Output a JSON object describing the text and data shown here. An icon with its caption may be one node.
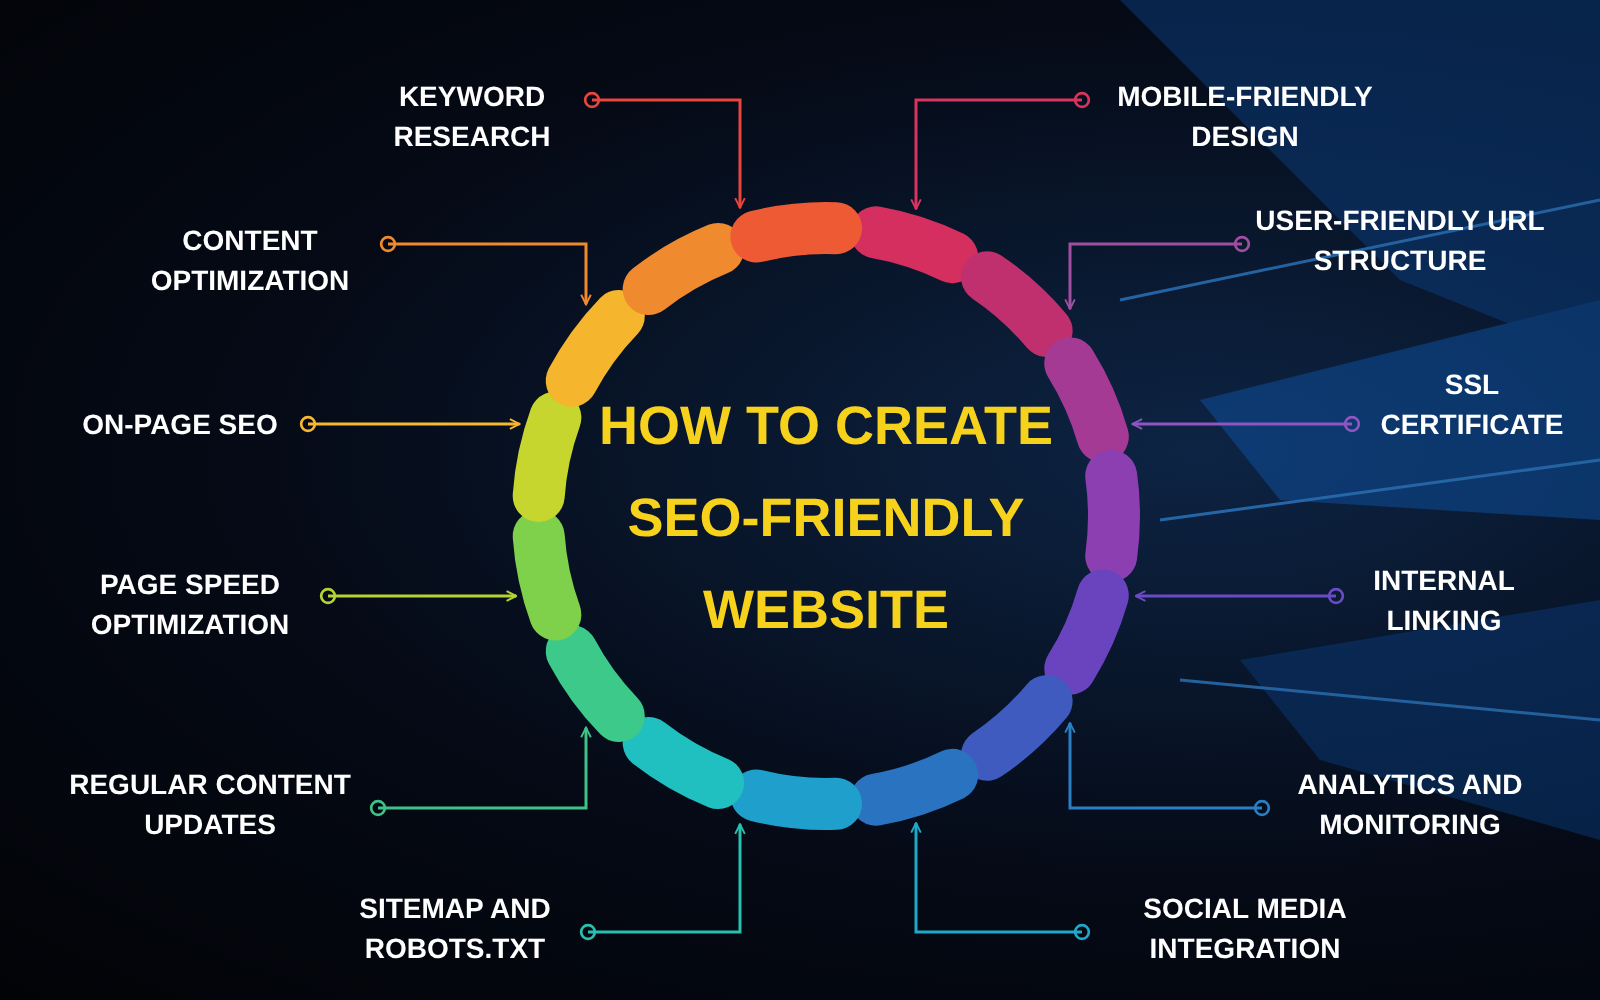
{
  "diagram": {
    "nodes": [
      {
        "text": [
          "HOW TO CREATE SEO-FRIENDLY WEBSITE"
        ]
      },
      {
        "text": [
          "KEYWORD RESEARCH"
        ]
      },
      {
        "text": [
          "MOBILE-FRIENDLY DESIGN"
        ]
      },
      {
        "text": [
          "CONTENT OPTIMIZATION"
        ]
      },
      {
        "text": [
          "USER-FRIENDLY URL STRUCTURE"
        ]
      },
      {
        "text": [
          "ON-PAGE SEO"
        ]
      },
      {
        "text": [
          "SSL CERTIFICATE"
        ]
      },
      {
        "text": [
          "PAGE SPEED OPTIMIZATION"
        ]
      },
      {
        "text": [
          "INTERNAL LINKING"
        ]
      },
      {
        "text": [
          "REGULAR CONTENT UPDATES"
        ]
      },
      {
        "text": [
          "ANALYTICS AND MONITORING"
        ]
      },
      {
        "text": [
          "SITEMAP AND ROBOTS.TXT"
        ]
      },
      {
        "text": [
          "SOCIAL MEDIA INTEGRATION"
        ]
      }
    ],
    "edges": [
      {
        "from": 1,
        "to": 0,
        "arrow": "to",
        "color": "#e8453c"
      },
      {
        "from": 2,
        "to": 0,
        "arrow": "to",
        "color": "#d8345f"
      },
      {
        "from": 3,
        "to": 0,
        "arrow": "to",
        "color": "#f08a2e"
      },
      {
        "from": 4,
        "to": 0,
        "arrow": "to",
        "color": "#a04ea0"
      },
      {
        "from": 5,
        "to": 0,
        "arrow": "to",
        "color": "#f7b731"
      },
      {
        "from": 6,
        "to": 0,
        "arrow": "to",
        "color": "#8f55c0"
      },
      {
        "from": 7,
        "to": 0,
        "arrow": "to",
        "color": "#b5d334"
      },
      {
        "from": 8,
        "to": 0,
        "arrow": "to",
        "color": "#6a4bc4"
      },
      {
        "from": 9,
        "to": 0,
        "arrow": "to",
        "color": "#3fc28a"
      },
      {
        "from": 10,
        "to": 0,
        "arrow": "to",
        "color": "#2a7fc4"
      },
      {
        "from": 11,
        "to": 0,
        "arrow": "to",
        "color": "#29c0b0"
      },
      {
        "from": 12,
        "to": 0,
        "arrow": "to",
        "color": "#1fa8c8"
      }
    ]
  }
}
